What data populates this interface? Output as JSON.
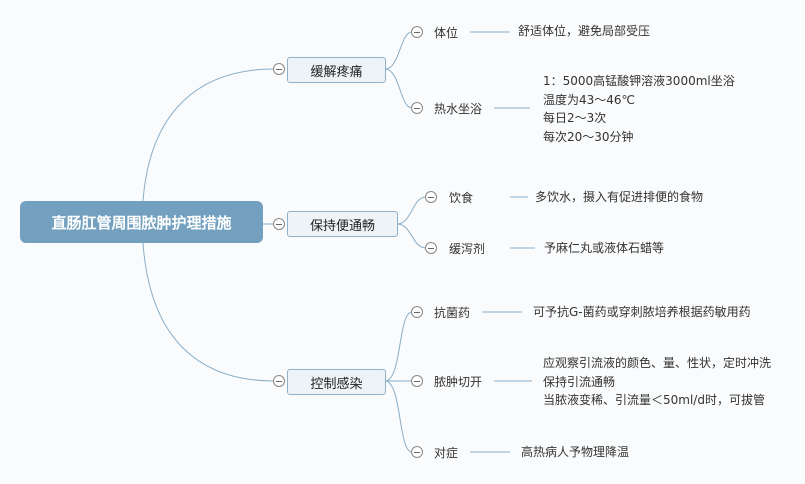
{
  "root": "直肠肛管周围脓肿护理措施",
  "branches": [
    {
      "label": "缓解疼痛",
      "children": [
        {
          "label": "体位",
          "detail": [
            "舒适体位，避免局部受压"
          ]
        },
        {
          "label": "热水坐浴",
          "detail": [
            "1：5000高锰酸钾溶液3000ml坐浴",
            "温度为43～46℃",
            "每日2～3次",
            "每次20～30分钟"
          ]
        }
      ]
    },
    {
      "label": "保持便通畅",
      "children": [
        {
          "label": "饮食",
          "detail": [
            "多饮水，摄入有促进排便的食物"
          ]
        },
        {
          "label": "缓泻剂",
          "detail": [
            "予麻仁丸或液体石蜡等"
          ]
        }
      ]
    },
    {
      "label": "控制感染",
      "children": [
        {
          "label": "抗菌药",
          "detail": [
            "可予抗G-菌药或穿刺脓培养根据药敏用药"
          ]
        },
        {
          "label": "脓肿切开",
          "detail": [
            "应观察引流液的颜色、量、性状，定时冲洗",
            "保持引流通畅",
            "当脓液变稀、引流量＜50ml/d时，可拔管"
          ]
        },
        {
          "label": "对症",
          "detail": [
            "高热病人予物理降温"
          ]
        }
      ]
    }
  ],
  "colors": {
    "root": "#73a0bf",
    "line": "#7fa6c2"
  }
}
